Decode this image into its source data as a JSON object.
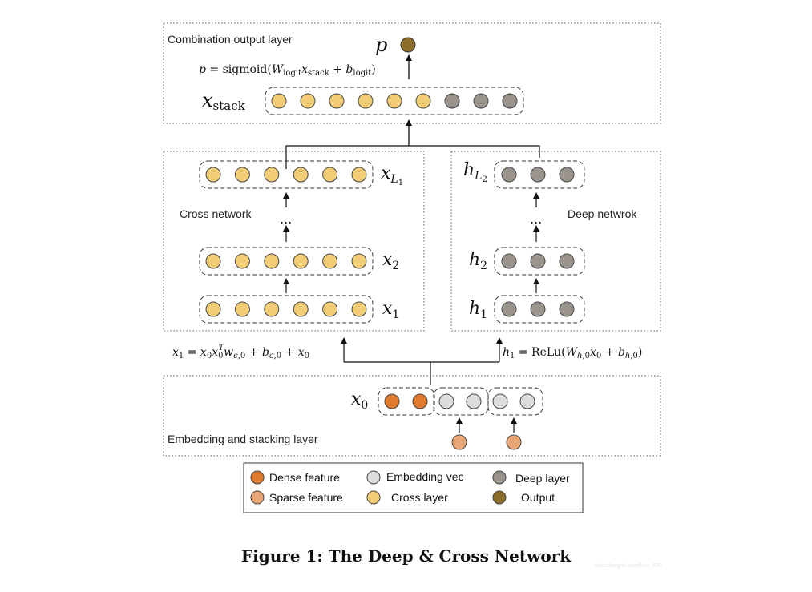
{
  "layers": {
    "combination": "Combination output layer",
    "cross": "Cross network",
    "deep": "Deep netwrok",
    "embedding": "Embedding and stacking layer"
  },
  "labels": {
    "p": "p",
    "x_stack": "x",
    "x_stack_sub": "stack",
    "x_L1": "x",
    "x_L1_sub": "L",
    "x_L1_subsub": "1",
    "x2": "x",
    "x2_sub": "2",
    "x1": "x",
    "x1_sub": "1",
    "h_L2": "h",
    "h_L2_sub": "L",
    "h_L2_subsub": "2",
    "h2": "h",
    "h2_sub": "2",
    "h1": "h",
    "h1_sub": "1",
    "x0": "x",
    "x0_sub": "0",
    "ellipsis": "..."
  },
  "formulas": {
    "output": "p = sigmoid(W_logit x_stack + b_logit)",
    "cross": "x_1 = x_0 x_0^T w_c,0 + b_c,0 + x_0",
    "deep": "h_1 = ReLu(W_h,0 x_0 + b_h,0)"
  },
  "legend": [
    {
      "label": "Dense feature",
      "color": "#e07a2f"
    },
    {
      "label": "Sparse feature",
      "color": "#eba676"
    },
    {
      "label": "Embedding vec",
      "color": "#dcdcdc"
    },
    {
      "label": "Cross layer",
      "color": "#f3cd76"
    },
    {
      "label": "Deep layer",
      "color": "#9a948d"
    },
    {
      "label": "Output",
      "color": "#8c6d2a"
    }
  ],
  "colors": {
    "dense": "#e07a2f",
    "sparse": "#eba676",
    "embedding": "#dcdcdc",
    "cross": "#f3cd76",
    "deep": "#9a948d",
    "output": "#8c6d2a"
  },
  "caption": "Figure 1: The Deep & Cross Network",
  "watermark": "classifiergrid-overflow_330"
}
